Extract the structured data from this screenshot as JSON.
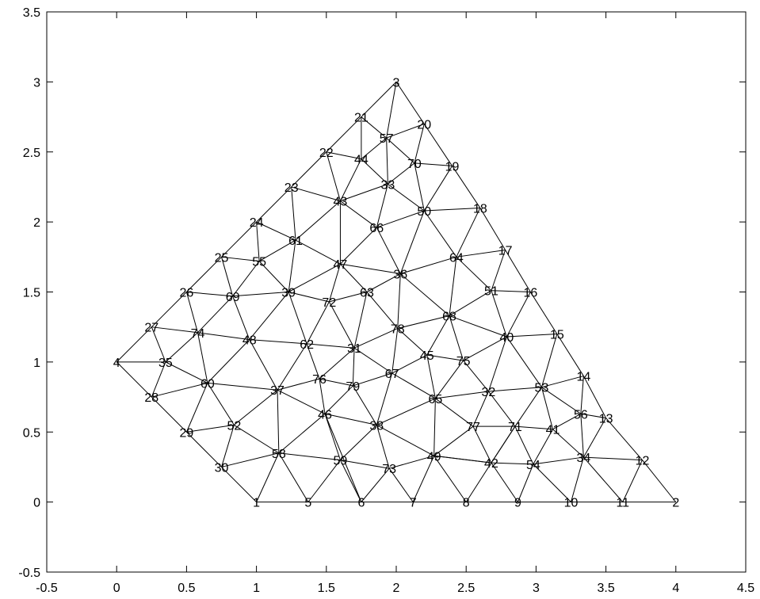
{
  "chart_data": {
    "type": "mesh",
    "title": "",
    "xlabel": "",
    "ylabel": "",
    "xlim": [
      -0.5,
      4.5
    ],
    "ylim": [
      -0.5,
      3.5
    ],
    "xticks": [
      "-0.5",
      "0",
      "0.5",
      "1",
      "1.5",
      "2",
      "2.5",
      "3",
      "3.5",
      "4",
      "4.5"
    ],
    "yticks": [
      "-0.5",
      "0",
      "0.5",
      "1",
      "1.5",
      "2",
      "2.5",
      "3",
      "3.5"
    ],
    "grid": false,
    "nodes": {
      "1": [
        1.0,
        0.0
      ],
      "2": [
        4.0,
        0.0
      ],
      "3": [
        2.0,
        3.0
      ],
      "4": [
        0.0,
        1.0
      ],
      "5": [
        1.37,
        0.0
      ],
      "6": [
        1.75,
        0.0
      ],
      "7": [
        2.12,
        0.0
      ],
      "8": [
        2.5,
        0.0
      ],
      "9": [
        2.87,
        0.0
      ],
      "10": [
        3.25,
        0.0
      ],
      "11": [
        3.62,
        0.0
      ],
      "12": [
        3.76,
        0.3
      ],
      "13": [
        3.5,
        0.6
      ],
      "14": [
        3.34,
        0.9
      ],
      "15": [
        3.15,
        1.2
      ],
      "16": [
        2.96,
        1.5
      ],
      "17": [
        2.78,
        1.8
      ],
      "18": [
        2.6,
        2.1
      ],
      "19": [
        2.4,
        2.4
      ],
      "20": [
        2.2,
        2.7
      ],
      "21": [
        1.75,
        2.75
      ],
      "22": [
        1.5,
        2.5
      ],
      "23": [
        1.25,
        2.25
      ],
      "24": [
        1.0,
        2.0
      ],
      "25": [
        0.75,
        1.75
      ],
      "26": [
        0.5,
        1.5
      ],
      "27": [
        0.25,
        1.25
      ],
      "28": [
        0.25,
        0.75
      ],
      "29": [
        0.5,
        0.5
      ],
      "30": [
        0.75,
        0.25
      ],
      "31": [
        1.7,
        1.1
      ],
      "32": [
        2.66,
        0.79
      ],
      "33": [
        1.94,
        2.27
      ],
      "34": [
        3.34,
        0.32
      ],
      "35": [
        0.35,
        1.0
      ],
      "36": [
        2.03,
        1.63
      ],
      "37": [
        1.15,
        0.8
      ],
      "38": [
        1.86,
        0.55
      ],
      "39": [
        1.23,
        1.5
      ],
      "40": [
        2.79,
        1.18
      ],
      "41": [
        3.12,
        0.52
      ],
      "42": [
        2.68,
        0.28
      ],
      "43": [
        1.6,
        2.15
      ],
      "44": [
        1.75,
        2.45
      ],
      "45": [
        2.22,
        1.05
      ],
      "46": [
        1.49,
        0.63
      ],
      "47": [
        1.6,
        1.7
      ],
      "48": [
        0.95,
        1.16
      ],
      "49": [
        2.27,
        0.33
      ],
      "50": [
        2.2,
        2.08
      ],
      "51": [
        2.68,
        1.51
      ],
      "52": [
        0.84,
        0.55
      ],
      "53": [
        3.04,
        0.82
      ],
      "54": [
        2.98,
        0.27
      ],
      "55": [
        1.02,
        1.72
      ],
      "56": [
        3.32,
        0.63
      ],
      "57": [
        1.93,
        2.6
      ],
      "58": [
        1.16,
        0.35
      ],
      "59": [
        1.6,
        0.3
      ],
      "60": [
        0.65,
        0.85
      ],
      "61": [
        1.28,
        1.87
      ],
      "62": [
        1.36,
        1.13
      ],
      "63": [
        1.79,
        1.5
      ],
      "64": [
        2.43,
        1.75
      ],
      "65": [
        2.28,
        0.74
      ],
      "66": [
        1.86,
        1.96
      ],
      "67": [
        1.97,
        0.92
      ],
      "68": [
        2.38,
        1.33
      ],
      "69": [
        0.83,
        1.47
      ],
      "70": [
        2.13,
        2.42
      ],
      "71": [
        2.85,
        0.54
      ],
      "72": [
        1.52,
        1.43
      ],
      "73": [
        1.95,
        0.24
      ],
      "74": [
        0.58,
        1.21
      ],
      "75": [
        2.48,
        1.01
      ],
      "76": [
        1.45,
        0.88
      ],
      "77": [
        2.55,
        0.54
      ],
      "78": [
        2.01,
        1.24
      ],
      "79": [
        1.69,
        0.83
      ]
    },
    "edges": [
      [
        1,
        5
      ],
      [
        5,
        6
      ],
      [
        6,
        7
      ],
      [
        7,
        8
      ],
      [
        8,
        9
      ],
      [
        9,
        10
      ],
      [
        10,
        11
      ],
      [
        11,
        2
      ],
      [
        2,
        12
      ],
      [
        12,
        13
      ],
      [
        13,
        14
      ],
      [
        14,
        15
      ],
      [
        15,
        16
      ],
      [
        16,
        17
      ],
      [
        17,
        18
      ],
      [
        18,
        19
      ],
      [
        19,
        20
      ],
      [
        20,
        3
      ],
      [
        3,
        21
      ],
      [
        21,
        22
      ],
      [
        22,
        23
      ],
      [
        23,
        24
      ],
      [
        24,
        25
      ],
      [
        25,
        26
      ],
      [
        26,
        27
      ],
      [
        27,
        4
      ],
      [
        4,
        28
      ],
      [
        28,
        29
      ],
      [
        29,
        30
      ],
      [
        30,
        1
      ],
      [
        4,
        35
      ],
      [
        35,
        27
      ],
      [
        35,
        28
      ],
      [
        35,
        74
      ],
      [
        35,
        60
      ],
      [
        74,
        27
      ],
      [
        74,
        26
      ],
      [
        74,
        69
      ],
      [
        74,
        48
      ],
      [
        74,
        60
      ],
      [
        28,
        60
      ],
      [
        29,
        60
      ],
      [
        29,
        52
      ],
      [
        30,
        52
      ],
      [
        30,
        58
      ],
      [
        1,
        58
      ],
      [
        5,
        58
      ],
      [
        5,
        59
      ],
      [
        58,
        59
      ],
      [
        6,
        59
      ],
      [
        6,
        73
      ],
      [
        59,
        73
      ],
      [
        7,
        73
      ],
      [
        7,
        49
      ],
      [
        73,
        49
      ],
      [
        8,
        49
      ],
      [
        8,
        42
      ],
      [
        49,
        42
      ],
      [
        9,
        42
      ],
      [
        9,
        54
      ],
      [
        42,
        54
      ],
      [
        10,
        54
      ],
      [
        10,
        34
      ],
      [
        54,
        34
      ],
      [
        11,
        34
      ],
      [
        11,
        12
      ],
      [
        34,
        12
      ],
      [
        34,
        13
      ],
      [
        34,
        56
      ],
      [
        34,
        41
      ],
      [
        56,
        13
      ],
      [
        56,
        14
      ],
      [
        56,
        41
      ],
      [
        56,
        53
      ],
      [
        53,
        14
      ],
      [
        53,
        15
      ],
      [
        53,
        41
      ],
      [
        53,
        71
      ],
      [
        53,
        32
      ],
      [
        53,
        40
      ],
      [
        40,
        15
      ],
      [
        40,
        16
      ],
      [
        40,
        51
      ],
      [
        40,
        68
      ],
      [
        40,
        75
      ],
      [
        40,
        32
      ],
      [
        51,
        16
      ],
      [
        51,
        17
      ],
      [
        51,
        64
      ],
      [
        51,
        68
      ],
      [
        64,
        17
      ],
      [
        64,
        18
      ],
      [
        64,
        50
      ],
      [
        64,
        36
      ],
      [
        64,
        68
      ],
      [
        50,
        18
      ],
      [
        50,
        19
      ],
      [
        50,
        70
      ],
      [
        50,
        33
      ],
      [
        50,
        66
      ],
      [
        50,
        36
      ],
      [
        70,
        19
      ],
      [
        70,
        20
      ],
      [
        70,
        57
      ],
      [
        70,
        33
      ],
      [
        57,
        20
      ],
      [
        57,
        3
      ],
      [
        57,
        21
      ],
      [
        57,
        44
      ],
      [
        57,
        33
      ],
      [
        44,
        21
      ],
      [
        44,
        22
      ],
      [
        44,
        43
      ],
      [
        44,
        33
      ],
      [
        43,
        22
      ],
      [
        43,
        23
      ],
      [
        43,
        61
      ],
      [
        43,
        47
      ],
      [
        43,
        66
      ],
      [
        43,
        33
      ],
      [
        33,
        66
      ],
      [
        66,
        47
      ],
      [
        66,
        36
      ],
      [
        61,
        23
      ],
      [
        61,
        24
      ],
      [
        61,
        55
      ],
      [
        61,
        39
      ],
      [
        61,
        47
      ],
      [
        55,
        24
      ],
      [
        55,
        25
      ],
      [
        55,
        69
      ],
      [
        55,
        39
      ],
      [
        69,
        25
      ],
      [
        69,
        26
      ],
      [
        69,
        39
      ],
      [
        69,
        48
      ],
      [
        39,
        48
      ],
      [
        39,
        62
      ],
      [
        39,
        72
      ],
      [
        39,
        47
      ],
      [
        47,
        72
      ],
      [
        47,
        63
      ],
      [
        47,
        36
      ],
      [
        72,
        63
      ],
      [
        72,
        62
      ],
      [
        72,
        31
      ],
      [
        63,
        31
      ],
      [
        63,
        36
      ],
      [
        63,
        78
      ],
      [
        36,
        78
      ],
      [
        36,
        68
      ],
      [
        68,
        78
      ],
      [
        68,
        75
      ],
      [
        68,
        45
      ],
      [
        48,
        62
      ],
      [
        48,
        60
      ],
      [
        48,
        37
      ],
      [
        62,
        31
      ],
      [
        62,
        37
      ],
      [
        62,
        76
      ],
      [
        31,
        78
      ],
      [
        31,
        76
      ],
      [
        31,
        79
      ],
      [
        31,
        67
      ],
      [
        78,
        45
      ],
      [
        78,
        67
      ],
      [
        45,
        67
      ],
      [
        45,
        75
      ],
      [
        45,
        65
      ],
      [
        75,
        65
      ],
      [
        75,
        32
      ],
      [
        32,
        65
      ],
      [
        32,
        77
      ],
      [
        32,
        71
      ],
      [
        71,
        77
      ],
      [
        71,
        41
      ],
      [
        71,
        42
      ],
      [
        71,
        54
      ],
      [
        41,
        54
      ],
      [
        60,
        37
      ],
      [
        60,
        52
      ],
      [
        52,
        37
      ],
      [
        52,
        58
      ],
      [
        37,
        58
      ],
      [
        37,
        46
      ],
      [
        37,
        76
      ],
      [
        76,
        46
      ],
      [
        76,
        79
      ],
      [
        79,
        46
      ],
      [
        79,
        67
      ],
      [
        79,
        38
      ],
      [
        46,
        38
      ],
      [
        46,
        58
      ],
      [
        46,
        59
      ],
      [
        46,
        6
      ],
      [
        38,
        59
      ],
      [
        38,
        73
      ],
      [
        38,
        49
      ],
      [
        38,
        65
      ],
      [
        38,
        67
      ],
      [
        67,
        65
      ],
      [
        65,
        49
      ],
      [
        65,
        77
      ],
      [
        77,
        49
      ],
      [
        77,
        42
      ],
      [
        49,
        42
      ],
      [
        42,
        71
      ]
    ]
  }
}
